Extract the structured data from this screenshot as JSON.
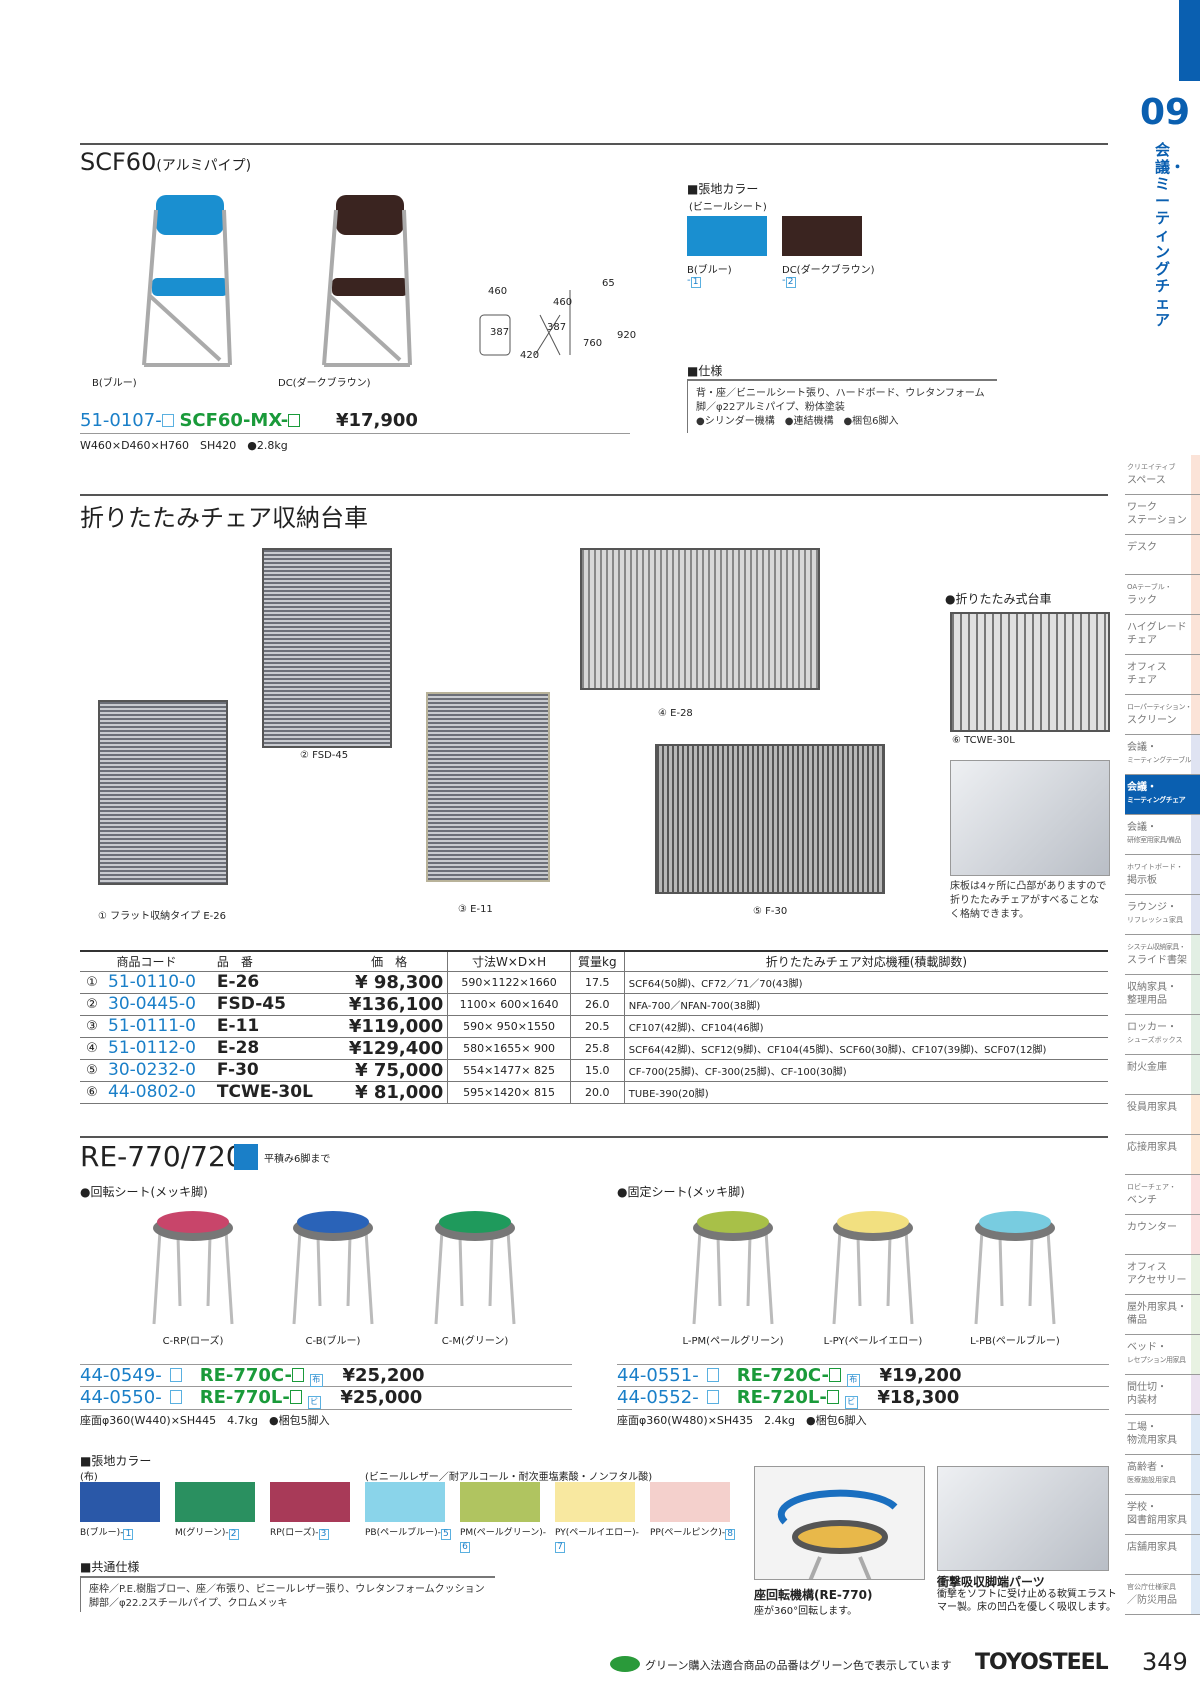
{
  "side": {
    "chapter": "09",
    "chapter_title": "会議・ミーティングチェア",
    "tabs": [
      "クリエイティブ スペース",
      "ワーク ステーション",
      "デスク",
      "OAテーブル・ ラック",
      "ハイグレード チェア",
      "オフィス チェア",
      "ローパーティション・ スクリーン",
      "会議・ ミーティングテーブル",
      "会議・ ミーティングチェア",
      "会議・ 研修室用家具/備品",
      "ホワイトボード・ 掲示板",
      "ラウンジ・ リフレッシュ家具",
      "システム収納家具・ スライド書架",
      "収納家具・ 整理用品",
      "ロッカー・ シューズボックス",
      "耐火金庫",
      "役員用家具",
      "応接用家具",
      "ロビーチェア・ ベンチ",
      "カウンター",
      "オフィス アクセサリー",
      "屋外用家具・ 備品",
      "ベッド・ レセプション用家具",
      "間仕切・ 内装材",
      "工場・ 物流用家具",
      "高齢者・ 医療施設用家具",
      "学校・ 図書館用家具",
      "店舗用家具",
      "官公庁仕様家具 ／防災用品"
    ],
    "tab_colors": [
      "#fbe3d8",
      "#fbe3d8",
      "#fbe3d8",
      "#fbe3d8",
      "#fbe3d8",
      "#fbe3d8",
      "#fbe3d8",
      "#dfe3f2",
      "#0a5fb0",
      "#dfe3f2",
      "#dfe3f2",
      "#dfe3f2",
      "#e2efe4",
      "#e2efe4",
      "#e2efe4",
      "#e2efe4",
      "#fde8d6",
      "#fde8d6",
      "#fbe0e0",
      "#fbe0e0",
      "#e8f2e2",
      "#e8f2e2",
      "#e8f2e2",
      "#ece2f0",
      "#dde9f6",
      "#dde9f6",
      "#dde9f6",
      "#dde9f6",
      "#dde9f6"
    ],
    "active_index": 8
  },
  "scf60": {
    "title": "SCF60",
    "subtitle": "(アルミパイプ)",
    "chair_labels": [
      "B(ブルー)",
      "DC(ダークブラウン)"
    ],
    "dims": [
      "460",
      "387",
      "420",
      "460",
      "387",
      "760",
      "65",
      "920"
    ],
    "code": "51-0107-",
    "model": "SCF60-MX-",
    "price": "¥17,900",
    "spec": "W460×D460×H760　SH420　●2.8kg",
    "color_head": "■張地カラー",
    "color_sub": "(ビニールシート)",
    "colors": [
      {
        "label": "B(ブルー)",
        "num": "1",
        "hex": "#1a8fd0"
      },
      {
        "label": "DC(ダークブラウン)",
        "num": "2",
        "hex": "#3a2420"
      }
    ],
    "spec_head": "■仕様",
    "spec_lines": [
      "背・座／ビニールシート張り、ハードボード、ウレタンフォーム",
      "脚／φ22アルミパイプ、粉体塗装",
      "●シリンダー機構　●連結機構　●梱包6脚入"
    ]
  },
  "cart": {
    "title": "折りたたみチェア収納台車",
    "captions": [
      "① フラット収納タイプ E-26",
      "② FSD-45",
      "③ E-11",
      "④ E-28",
      "⑤ F-30",
      "⑥ TCWE-30L"
    ],
    "folding_head": "●折りたたみ式台車",
    "note": [
      "床板は4ヶ所に凸部がありますので",
      "折りたたみチェアがすべることな",
      "く格納できます。"
    ],
    "table": {
      "headers": [
        "商品コード",
        "品　番",
        "価　格",
        "寸法W×D×H",
        "質量kg",
        "折りたたみチェア対応機種(積載脚数)"
      ],
      "rows": [
        [
          "①",
          "51-0110-0",
          "E-26",
          "¥ 98,300",
          "590×1122×1660",
          "17.5",
          "SCF64(50脚)、CF72／71／70(43脚)"
        ],
        [
          "②",
          "30-0445-0",
          "FSD-45",
          "¥136,100",
          "1100× 600×1640",
          "26.0",
          "NFA-700／NFAN-700(38脚)"
        ],
        [
          "③",
          "51-0111-0",
          "E-11",
          "¥119,000",
          "590× 950×1550",
          "20.5",
          "CF107(42脚)、CF104(46脚)"
        ],
        [
          "④",
          "51-0112-0",
          "E-28",
          "¥129,400",
          "580×1655× 900",
          "25.8",
          "SCF64(42脚)、SCF12(9脚)、CF104(45脚)、SCF60(30脚)、CF107(39脚)、SCF07(12脚)"
        ],
        [
          "⑤",
          "30-0232-0",
          "F-30",
          "¥ 75,000",
          "554×1477× 825",
          "15.0",
          "CF-700(25脚)、CF-300(25脚)、CF-100(30脚)"
        ],
        [
          "⑥",
          "44-0802-0",
          "TCWE-30L",
          "¥ 81,000",
          "595×1420× 815",
          "20.0",
          "TUBE-390(20脚)"
        ]
      ]
    }
  },
  "re": {
    "title": "RE-770/720",
    "stack_note": "平積み6脚まで",
    "rot_head": "●回転シート(メッキ脚)",
    "fix_head": "●固定シート(メッキ脚)",
    "stools": [
      {
        "label": "C-RP(ローズ)",
        "hex": "#c8456a"
      },
      {
        "label": "C-B(ブルー)",
        "hex": "#2a63b8"
      },
      {
        "label": "C-M(グリーン)",
        "hex": "#1f9a5c"
      },
      {
        "label": "L-PM(ペールグリーン)",
        "hex": "#a8c048"
      },
      {
        "label": "L-PY(ペールイエロー)",
        "hex": "#f2e080"
      },
      {
        "label": "L-PB(ペールブルー)",
        "hex": "#78cce0"
      }
    ],
    "products": [
      {
        "code": "44-0549-",
        "model": "RE-770C-",
        "mark": "布",
        "price": "¥25,200"
      },
      {
        "code": "44-0550-",
        "model": "RE-770L-",
        "mark": "ビ",
        "price": "¥25,000"
      },
      {
        "code": "44-0551-",
        "model": "RE-720C-",
        "mark": "布",
        "price": "¥19,200"
      },
      {
        "code": "44-0552-",
        "model": "RE-720L-",
        "mark": "ビ",
        "price": "¥18,300"
      }
    ],
    "spec_left": "座面φ360(W440)×SH445　4.7kg　●梱包5脚入",
    "spec_right": "座面φ360(W480)×SH435　2.4kg　●梱包6脚入",
    "color_head": "■張地カラー",
    "cloth": "(布)",
    "vinyl": "(ビニールレザー／耐アルコール・耐次亜塩素酸・ノンフタル酸)",
    "colors": [
      {
        "label": "B(ブルー)-",
        "num": "1",
        "hex": "#2a58a8"
      },
      {
        "label": "M(グリーン)-",
        "num": "2",
        "hex": "#2a9060"
      },
      {
        "label": "RP(ローズ)-",
        "num": "3",
        "hex": "#a83a58"
      },
      {
        "label": "PB(ペールブルー)-",
        "num": "5",
        "hex": "#8ad4ea"
      },
      {
        "label": "PM(ペールグリーン)-",
        "num": "6",
        "hex": "#b0c460"
      },
      {
        "label": "PY(ペールイエロー)-",
        "num": "7",
        "hex": "#f8e8a0"
      },
      {
        "label": "PP(ペールピンク)-",
        "num": "8",
        "hex": "#f4d0cc"
      }
    ],
    "common_head": "■共通仕様",
    "common_lines": [
      "座枠／P.E.樹脂ブロー、座／布張り、ビニールレザー張り、ウレタンフォームクッション",
      "脚部／φ22.2スチールパイプ、クロムメッキ"
    ],
    "rot_title": "座回転機構(RE-770)",
    "rot_desc": "座が360°回転します。",
    "shock_title": "衝撃吸収脚端パーツ",
    "shock_desc": [
      "衝撃をソフトに受け止める軟質エラスト",
      "マー製。床の凹凸を優しく吸収します。"
    ]
  },
  "footer": {
    "green_note": "グリーン購入法適合商品の品番はグリーン色で表示しています",
    "brand": "TOYOSTEEL",
    "page": "349"
  }
}
